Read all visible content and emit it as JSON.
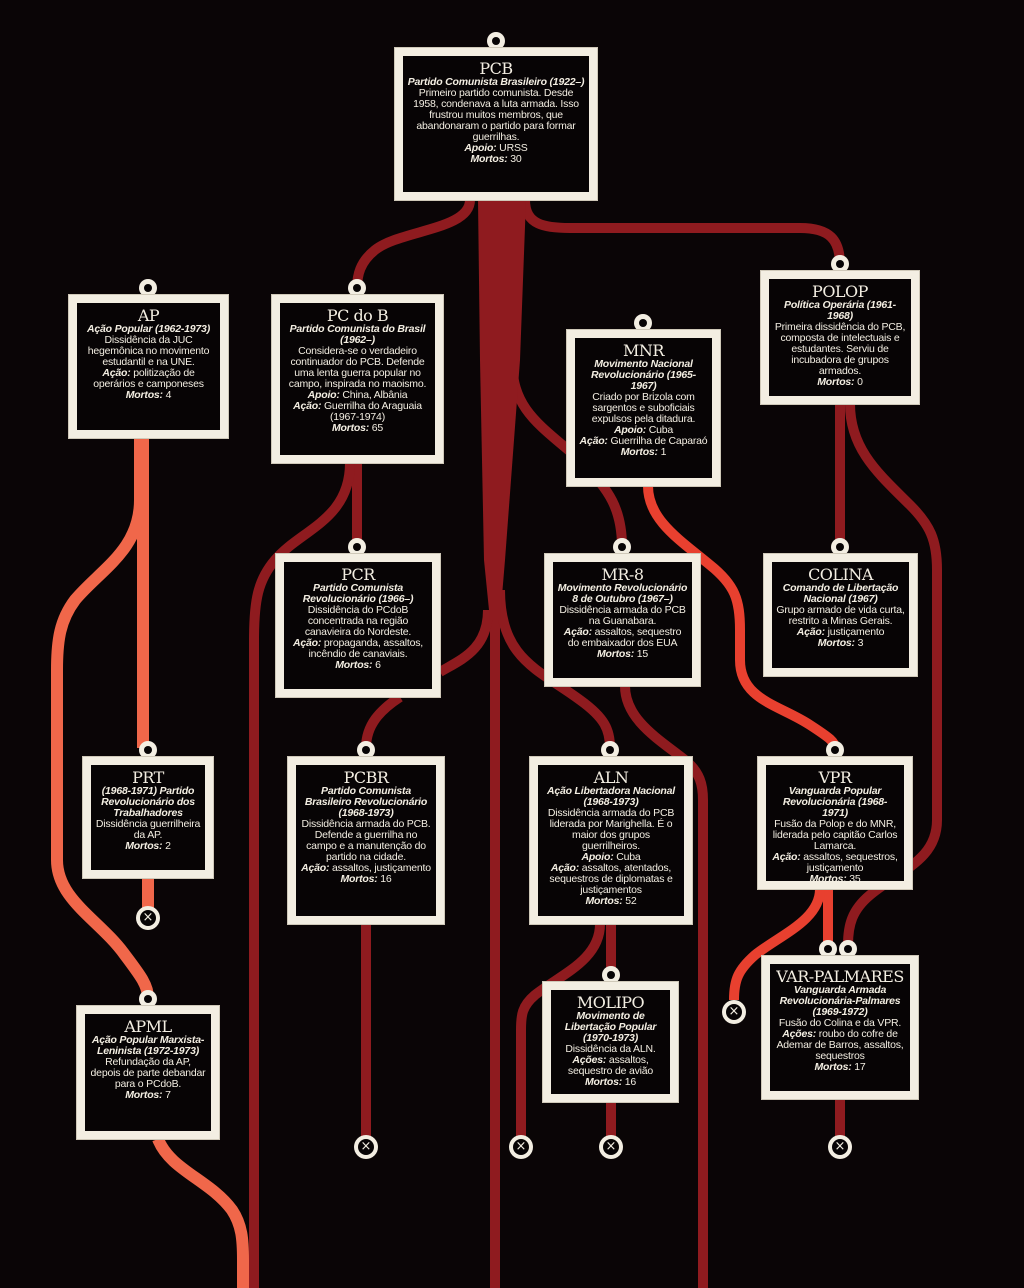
{
  "colors": {
    "background": "#0a0506",
    "pcb_line": "#8f1b1f",
    "ap_line": "#f0674a",
    "mnr_line": "#e8402f",
    "card": "#f3eee2"
  },
  "end_marker_icon": "x-circle-icon",
  "organizations": [
    {
      "id": "pcb",
      "abbr": "PCB",
      "name": "Partido Comunista Brasileiro (1922–)",
      "description": "Primeiro partido comunista. Desde 1958, condenava a luta armada. Isso frustrou muitos membros, que abandonaram o partido para formar guerrilhas.",
      "fields": [
        {
          "label": "Apoio:",
          "value": "URSS"
        },
        {
          "label": "Mortos:",
          "value": "30"
        }
      ]
    },
    {
      "id": "ap",
      "abbr": "AP",
      "name": "Ação Popular (1962-1973)",
      "description": "Dissidência da JUC hegemônica no movimento estudantil e na UNE.",
      "fields": [
        {
          "label": "Ação:",
          "value": "politização de operários e camponeses"
        },
        {
          "label": "Mortos:",
          "value": "4"
        }
      ]
    },
    {
      "id": "pcdob",
      "abbr": "PC do B",
      "name": "Partido Comunista do Brasil (1962–)",
      "description": "Considera-se o verdadeiro continuador do PCB. Defende uma lenta guerra popular no campo, inspirada no maoismo.",
      "fields": [
        {
          "label": "Apoio:",
          "value": "China,  Albânia"
        },
        {
          "label": "Ação:",
          "value": "Guerrilha do Araguaia (1967-1974)"
        },
        {
          "label": "Mortos:",
          "value": "65"
        }
      ]
    },
    {
      "id": "polop",
      "abbr": "POLOP",
      "name": "Política Operária (1961-1968)",
      "description": "Primeira dissidência do PCB, composta de intelectuais e estudantes. Serviu de incubadora de grupos armados.",
      "fields": [
        {
          "label": "Mortos:",
          "value": "0"
        }
      ]
    },
    {
      "id": "mnr",
      "abbr": "MNR",
      "name": "Movimento Nacional Revolucionário (1965-1967)",
      "description": "Criado por Brizola com sargentos e suboficiais expulsos pela ditadura.",
      "fields": [
        {
          "label": "Apoio:",
          "value": "Cuba"
        },
        {
          "label": "Ação:",
          "value": "Guerrilha de Caparaó"
        },
        {
          "label": "Mortos:",
          "value": "1"
        }
      ]
    },
    {
      "id": "pcr",
      "abbr": "PCR",
      "name": "Partido Comunista Revolucionário (1966–)",
      "description": "Dissidência do PCdoB concentrada na região canavieira do Nordeste.",
      "fields": [
        {
          "label": "Ação:",
          "value": "propaganda, assaltos, incêndio de canaviais."
        },
        {
          "label": "Mortos:",
          "value": "6"
        }
      ]
    },
    {
      "id": "mr8",
      "abbr": "MR-8",
      "name": "Movimento Revolucionário 8 de Outubro (1967–)",
      "description": "Dissidência armada do PCB na Guanabara.",
      "fields": [
        {
          "label": "Ação:",
          "value": "assaltos, sequestro do embaixador dos EUA"
        },
        {
          "label": "Mortos:",
          "value": "15"
        }
      ]
    },
    {
      "id": "colina",
      "abbr": "COLINA",
      "name": "Comando de Libertação Nacional (1967)",
      "description": "Grupo armado de vida curta, restrito a Minas Gerais.",
      "fields": [
        {
          "label": "Ação:",
          "value": "justiçamento"
        },
        {
          "label": "Mortos:",
          "value": "3"
        }
      ]
    },
    {
      "id": "prt",
      "abbr": "PRT",
      "name": "(1968-1971) Partido Revolucionário dos Trabalhadores",
      "description": "Dissidência guerrilheira da AP.",
      "fields": [
        {
          "label": "Mortos:",
          "value": "2"
        }
      ]
    },
    {
      "id": "pcbr",
      "abbr": "PCBR",
      "name": "Partido Comunista Brasileiro Revolucionário (1968-1973)",
      "description": "Dissidência armada do PCB. Defende a guerrilha  no campo e a manutenção do partido na cidade.",
      "fields": [
        {
          "label": "Ação:",
          "value": "assaltos, justiçamento"
        },
        {
          "label": "Mortos:",
          "value": "16"
        }
      ]
    },
    {
      "id": "aln",
      "abbr": "ALN",
      "name": "Ação Libertadora Nacional (1968-1973)",
      "description": "Dissidência armada do PCB liderada por Marighella. É o maior dos grupos guerrilheiros.",
      "fields": [
        {
          "label": "Apoio:",
          "value": "Cuba"
        },
        {
          "label": "Ação:",
          "value": "assaltos, atentados, sequestros de diplomatas e justiçamentos"
        },
        {
          "label": "Mortos:",
          "value": "52"
        }
      ]
    },
    {
      "id": "vpr",
      "abbr": "VPR",
      "name": "Vanguarda Popular Revolucionária (1968-1971)",
      "description": "Fusão da Polop e do MNR, liderada pelo capitão Carlos Lamarca.",
      "fields": [
        {
          "label": "Ação:",
          "value": "assaltos, sequestros, justiçamento"
        },
        {
          "label": "Mortos:",
          "value": "35"
        }
      ]
    },
    {
      "id": "apml",
      "abbr": "APML",
      "name": "Ação Popular Marxista-Leninista (1972-1973)",
      "description": "Refundação da AP, depois de parte debandar para o PCdoB.",
      "fields": [
        {
          "label": "Mortos:",
          "value": "7"
        }
      ]
    },
    {
      "id": "molipo",
      "abbr": "MOLIPO",
      "name": "Movimento de Libertação Popular (1970-1973)",
      "description": "Dissidência da ALN.",
      "fields": [
        {
          "label": "Ações:",
          "value": "assaltos, sequestro de avião"
        },
        {
          "label": "Mortos:",
          "value": "16"
        }
      ]
    },
    {
      "id": "varpalmares",
      "abbr": "VAR-PALMARES",
      "name": "Vanguarda Armada Revolucionária-Palmares (1969-1972)",
      "description": "Fusão do Colina e da VPR.",
      "fields": [
        {
          "label": "Ações:",
          "value": "roubo do cofre de Ademar de Barros, assaltos, sequestros"
        },
        {
          "label": "Mortos:",
          "value": "17"
        }
      ]
    }
  ]
}
